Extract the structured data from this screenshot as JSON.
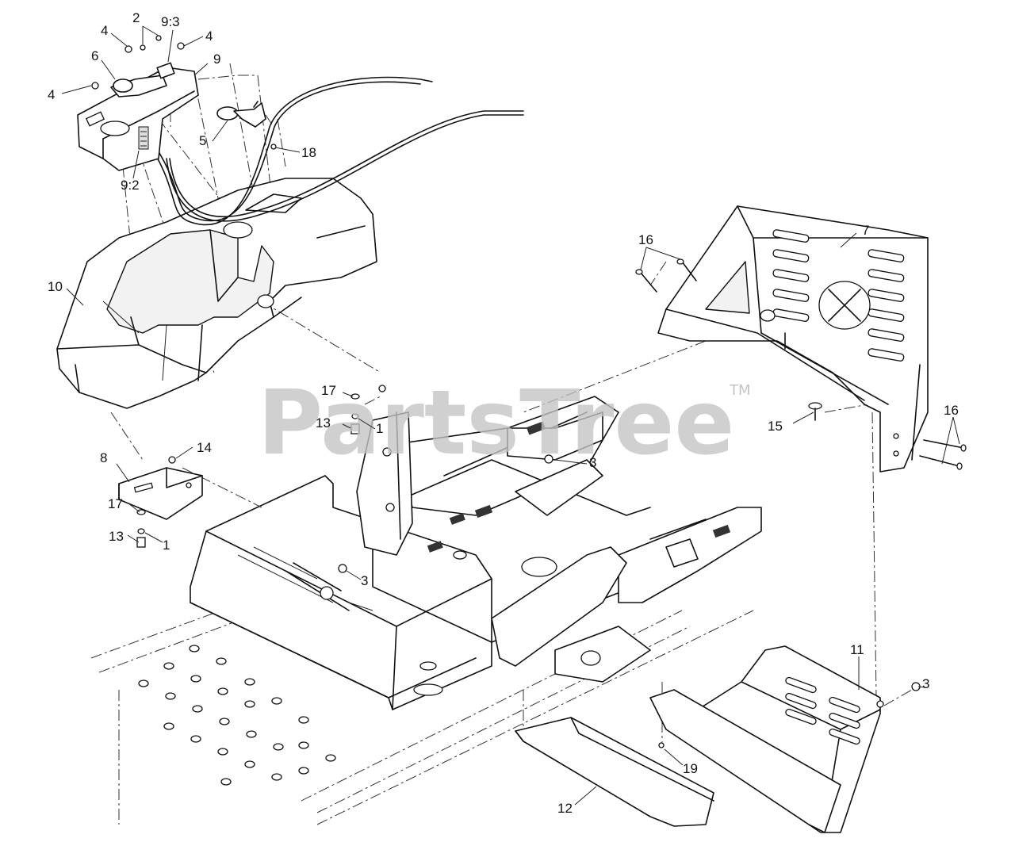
{
  "watermark": {
    "text": "PartsTree",
    "trademark": "TM"
  },
  "callouts": {
    "c1a": "1",
    "c1b": "1",
    "c2": "2",
    "c3a": "3",
    "c3b": "3",
    "c3c": "3",
    "c4a": "4",
    "c4b": "4",
    "c4c": "4",
    "c5": "5",
    "c6": "6",
    "c7": "7",
    "c8": "8",
    "c9": "9",
    "c9_2": "9:2",
    "c9_3": "9:3",
    "c10": "10",
    "c11": "11",
    "c12": "12",
    "c13a": "13",
    "c13b": "13",
    "c14": "14",
    "c15": "15",
    "c16a": "16",
    "c16b": "16",
    "c17a": "17",
    "c17b": "17",
    "c18": "18",
    "c19": "19"
  }
}
